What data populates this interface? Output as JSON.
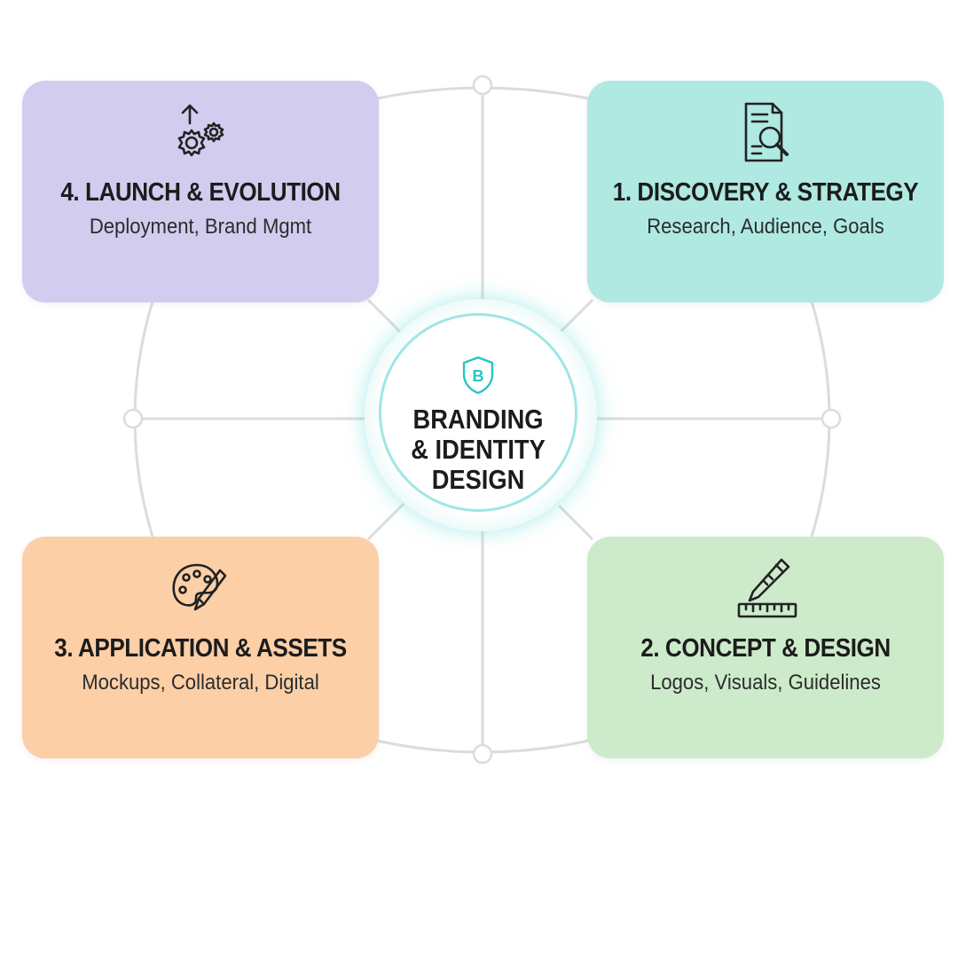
{
  "center": {
    "title_line1": "BRANDING",
    "title_line2": "& IDENTITY",
    "title_line3": "DESIGN",
    "icon": "shield-b-icon",
    "icon_letter": "B",
    "accent": "#29c4c4"
  },
  "stages": [
    {
      "title": "1. DISCOVERY & STRATEGY",
      "subtitle": "Research, Audience, Goals",
      "icon": "document-search-icon",
      "color": "#afe9e2"
    },
    {
      "title": "2. CONCEPT & DESIGN",
      "subtitle": "Logos, Visuals, Guidelines",
      "icon": "pencil-ruler-icon",
      "color": "#cdebca"
    },
    {
      "title": "3. APPLICATION & ASSETS",
      "subtitle": "Mockups, Collateral, Digital",
      "icon": "palette-brush-icon",
      "color": "#fccfa7"
    },
    {
      "title": "4. LAUNCH & EVOLUTION",
      "subtitle": "Deployment, Brand Mgmt",
      "icon": "gears-arrow-up-icon",
      "color": "#d2ccef"
    }
  ],
  "connector_color": "#dcdcdc"
}
